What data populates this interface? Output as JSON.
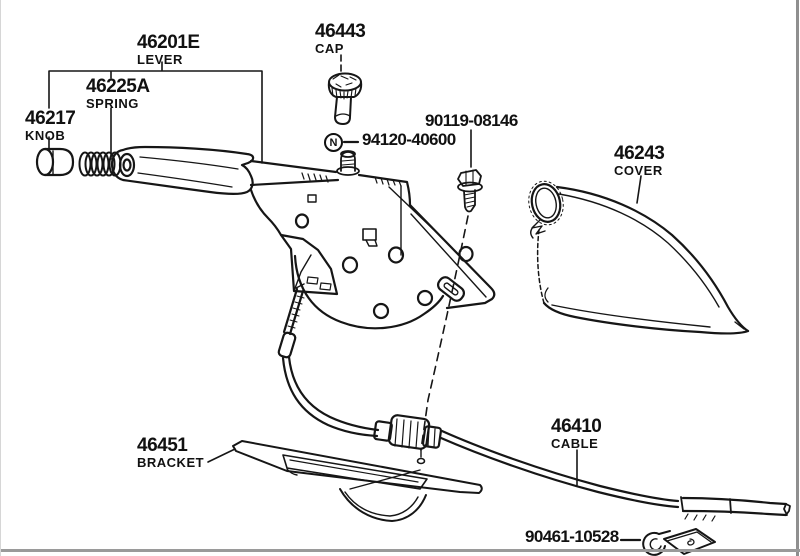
{
  "diagram": {
    "type": "exploded-parts-diagram",
    "labels": {
      "lever": {
        "part_no": "46201E",
        "part_name": "LEVER"
      },
      "spring": {
        "part_no": "46225A",
        "part_name": "SPRING"
      },
      "knob": {
        "part_no": "46217",
        "part_name": "KNOB"
      },
      "cap": {
        "part_no": "46443",
        "part_name": "CAP"
      },
      "nut": {
        "part_no": "94120-40600",
        "symbol": "N"
      },
      "bolt": {
        "part_no": "90119-08146"
      },
      "cover": {
        "part_no": "46243",
        "part_name": "COVER"
      },
      "bracket": {
        "part_no": "46451",
        "part_name": "BRACKET"
      },
      "cable": {
        "part_no": "46410",
        "part_name": "CABLE"
      },
      "clamp": {
        "part_no": "90461-10528"
      }
    },
    "colors": {
      "line": "#161616",
      "background": "#ffffff",
      "border_right": "#8f8f8f",
      "border_bottom": "#9a9a9a"
    }
  }
}
